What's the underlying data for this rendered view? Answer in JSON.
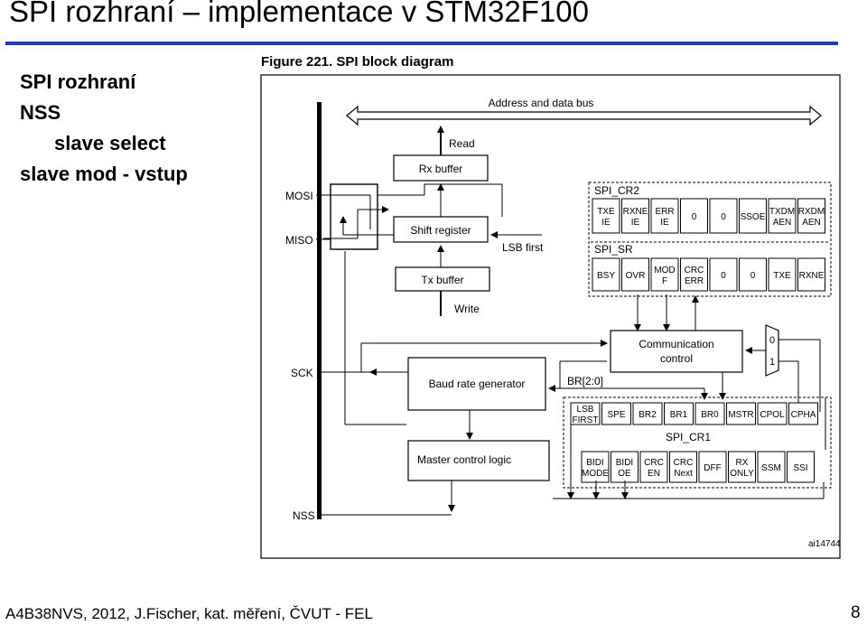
{
  "slide": {
    "title": "SPI rozhraní – implementace v STM32F100",
    "bullets": [
      "SPI rozhraní",
      "NSS",
      "slave select",
      "slave mod - vstup"
    ],
    "footer": "A4B38NVS, 2012, J.Fischer, kat. měření,  ČVUT - FEL",
    "page": "8"
  },
  "figure": {
    "caption": "Figure 221. SPI block diagram",
    "bus_label": "Address and data bus",
    "read_label": "Read",
    "write_label": "Write",
    "lsb_first_label": "LSB first",
    "br_label": "BR[2:0]",
    "id_label": "ai14744",
    "pins": {
      "mosi": "MOSI",
      "miso": "MISO",
      "sck": "SCK",
      "nss": "NSS"
    },
    "blocks": {
      "rx_buffer": "Rx buffer",
      "shift_register": "Shift register",
      "tx_buffer": "Tx buffer",
      "comm_control": [
        "Communication",
        "control"
      ],
      "baud_rate": "Baud rate generator",
      "master_control": "Master control logic"
    },
    "mux": [
      "0",
      "1"
    ],
    "spi_cr2": {
      "label": "SPI_CR2",
      "cells": [
        [
          "TXE",
          "IE"
        ],
        [
          "RXNE",
          "IE"
        ],
        [
          "ERR",
          "IE"
        ],
        [
          "0"
        ],
        [
          "0"
        ],
        [
          "SSOE"
        ],
        [
          "TXDM",
          "AEN"
        ],
        [
          "RXDM",
          "AEN"
        ]
      ]
    },
    "spi_sr": {
      "label": "SPI_SR",
      "cells": [
        [
          "BSY"
        ],
        [
          "OVR"
        ],
        [
          "MOD",
          "F"
        ],
        [
          "CRC",
          "ERR"
        ],
        [
          "0"
        ],
        [
          "0"
        ],
        [
          "TXE"
        ],
        [
          "RXNE"
        ]
      ]
    },
    "spi_cr1": {
      "label": "SPI_CR1",
      "row1": [
        [
          "LSB",
          "FIRST"
        ],
        [
          "SPE"
        ],
        [
          "BR2"
        ],
        [
          "BR1"
        ],
        [
          "BR0"
        ],
        [
          "MSTR"
        ],
        [
          "CPOL"
        ],
        [
          "CPHA"
        ]
      ],
      "row2": [
        [
          "BIDI",
          "MODE"
        ],
        [
          "BIDI",
          "OE"
        ],
        [
          "CRC",
          "EN"
        ],
        [
          "CRC",
          "Next"
        ],
        [
          "DFF"
        ],
        [
          "RX",
          "ONLY"
        ],
        [
          "SSM"
        ],
        [
          "SSI"
        ]
      ]
    }
  }
}
